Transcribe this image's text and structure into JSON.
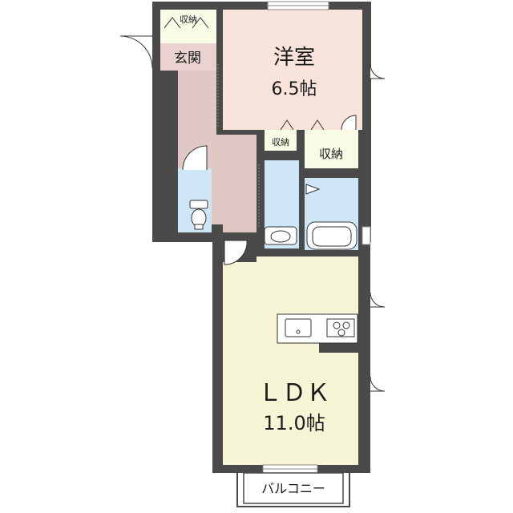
{
  "rooms": {
    "western": {
      "name": "洋室",
      "size": "6.5帖"
    },
    "ldk": {
      "name": "ＬＤＫ",
      "size": "11.0帖"
    },
    "entrance": {
      "name": "玄関"
    },
    "storage_entrance": {
      "label": "収納"
    },
    "storage_small": {
      "label": "収納"
    },
    "storage_closet": {
      "label": "収納"
    },
    "balcony": {
      "label": "バルコニー"
    }
  },
  "colors": {
    "wall": "#4a4a4a",
    "western_room": "#f8e4db",
    "ldk": "#f6f5d6",
    "corridor": "#e0c9c5",
    "entrance": "#e9d2cf",
    "water": "#cfe6f7",
    "storage": "#fafbe6"
  }
}
